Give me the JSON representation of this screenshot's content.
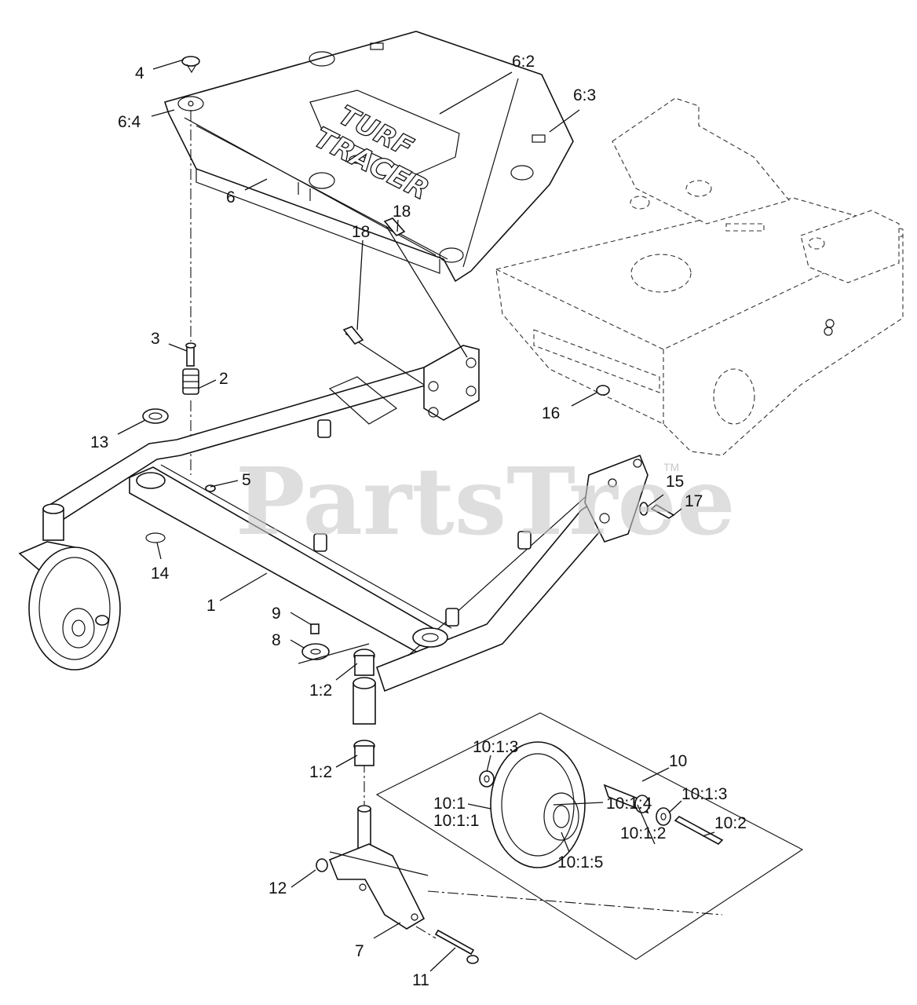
{
  "watermark": {
    "text": "PartsTree",
    "tm": "TM"
  },
  "logo": {
    "line1": "TURF",
    "line2": "TRACER"
  },
  "callouts": {
    "c1": "1",
    "c1_2a": "1:2",
    "c1_2b": "1:2",
    "c2": "2",
    "c3": "3",
    "c4": "4",
    "c5": "5",
    "c6": "6",
    "c6_2": "6:2",
    "c6_3": "6:3",
    "c6_4": "6:4",
    "c7": "7",
    "c8": "8",
    "c9": "9",
    "c10": "10",
    "c10_1": "10:1",
    "c10_1_1": "10:1:1",
    "c10_1_2": "10:1:2",
    "c10_1_3a": "10:1:3",
    "c10_1_3b": "10:1:3",
    "c10_1_4": "10:1:4",
    "c10_1_5": "10:1:5",
    "c10_2": "10:2",
    "c11": "11",
    "c12": "12",
    "c13": "13",
    "c14": "14",
    "c15": "15",
    "c16": "16",
    "c17": "17",
    "c18a": "18",
    "c18b": "18"
  },
  "colors": {
    "line": "#111111",
    "watermark": "#c8c8c8",
    "background": "#ffffff"
  }
}
